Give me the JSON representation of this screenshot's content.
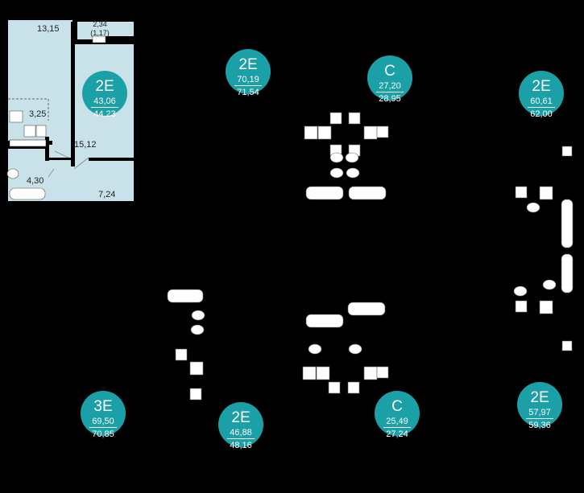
{
  "colors": {
    "background": "#000000",
    "room_fill": "#c9e2ea",
    "badge_teal": "#1aa0a6",
    "fixture": "#ffffff"
  },
  "detailed_apartment": {
    "type": "2Е",
    "area_living": "43,06",
    "area_total": "44,23",
    "rooms": {
      "room_top": "13,15",
      "balcony": "2,34",
      "balcony_reduced": "(1,17)",
      "bathroom": "3,25",
      "living": "15,12",
      "bathroom_2": "4,30",
      "hall": "7,24"
    }
  },
  "apartments": [
    {
      "id": "apt-1",
      "type": "2Е",
      "area_living": "70,19",
      "area_total": "71,54"
    },
    {
      "id": "apt-2",
      "type": "С",
      "area_living": "27,20",
      "area_total": "28,95"
    },
    {
      "id": "apt-3",
      "type": "2Е",
      "area_living": "60,61",
      "area_total": "62,00"
    },
    {
      "id": "apt-4",
      "type": "3Е",
      "area_living": "69,50",
      "area_total": "70,85"
    },
    {
      "id": "apt-5",
      "type": "2Е",
      "area_living": "46,88",
      "area_total": "48,16"
    },
    {
      "id": "apt-6",
      "type": "С",
      "area_living": "25,49",
      "area_total": "27,24"
    },
    {
      "id": "apt-7",
      "type": "2Е",
      "area_living": "57,97",
      "area_total": "59,36"
    }
  ]
}
